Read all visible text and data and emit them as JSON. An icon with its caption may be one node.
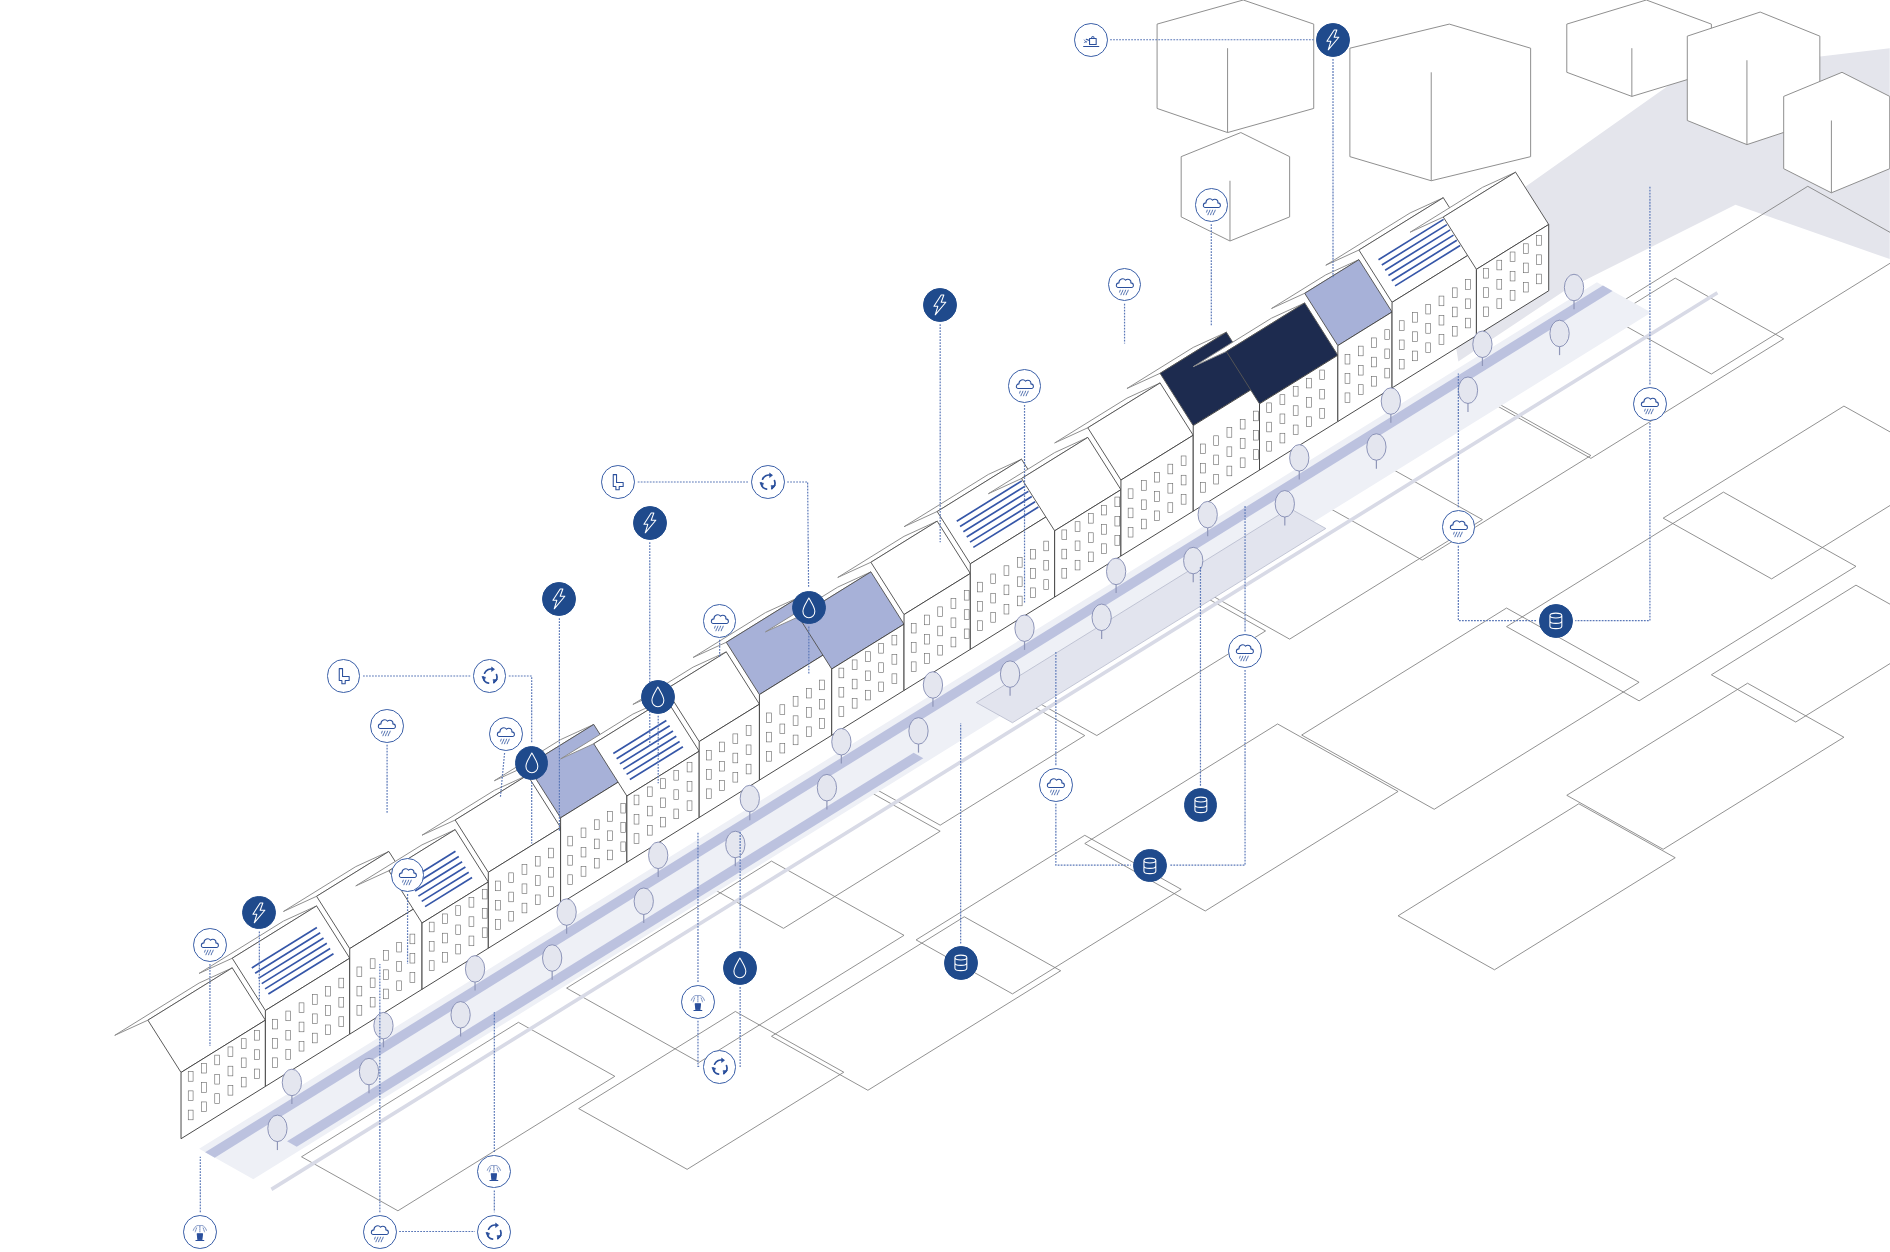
{
  "diagram": {
    "nodes": [
      {
        "text": [],
        "shape": "circle"
      },
      {
        "text": [],
        "shape": "circle"
      },
      {
        "text": [],
        "shape": "circle"
      },
      {
        "text": [],
        "shape": "circle"
      },
      {
        "text": [],
        "shape": "circle"
      },
      {
        "text": [],
        "shape": "circle"
      },
      {
        "text": [],
        "shape": "circle"
      },
      {
        "text": [],
        "shape": "circle"
      },
      {
        "text": [],
        "shape": "circle"
      },
      {
        "text": [],
        "shape": "circle"
      },
      {
        "text": [],
        "shape": "circle"
      },
      {
        "text": [],
        "shape": "circle"
      },
      {
        "text": [],
        "shape": "circle"
      },
      {
        "text": [],
        "shape": "circle"
      },
      {
        "text": [],
        "shape": "circle"
      },
      {
        "text": [],
        "shape": "circle"
      },
      {
        "text": [],
        "shape": "circle"
      },
      {
        "text": [],
        "shape": "circle"
      },
      {
        "text": [],
        "shape": "circle"
      },
      {
        "text": [],
        "shape": "circle"
      },
      {
        "text": [],
        "shape": "circle"
      },
      {
        "text": [],
        "shape": "circle"
      },
      {
        "text": [],
        "shape": "circle"
      },
      {
        "text": [],
        "shape": "circle"
      },
      {
        "text": [],
        "shape": "circle"
      },
      {
        "text": [],
        "shape": "circle"
      },
      {
        "text": [],
        "shape": "circle"
      },
      {
        "text": [],
        "shape": "circle"
      },
      {
        "text": [],
        "shape": "circle"
      },
      {
        "text": [],
        "shape": "circle"
      },
      {
        "text": [],
        "shape": "circle"
      },
      {
        "text": [],
        "shape": "circle"
      },
      {
        "text": [],
        "shape": "circle"
      },
      {
        "text": [],
        "shape": "circle"
      },
      {
        "text": [],
        "shape": "circle"
      },
      {
        "text": [],
        "shape": "circle"
      }
    ],
    "edges": [
      {
        "from": 0,
        "to": 1,
        "arrow": "none"
      },
      {
        "from": 1,
        "to": null,
        "arrow": "none"
      },
      {
        "from": 2,
        "to": null,
        "arrow": "none"
      },
      {
        "from": 3,
        "to": null,
        "arrow": "none"
      },
      {
        "from": 4,
        "to": null,
        "arrow": "none"
      },
      {
        "from": 5,
        "to": null,
        "arrow": "none"
      },
      {
        "from": 6,
        "to": null,
        "arrow": "none"
      },
      {
        "from": 6,
        "to": 13,
        "arrow": "none"
      },
      {
        "from": 7,
        "to": 8,
        "arrow": "none"
      },
      {
        "from": 8,
        "to": 12,
        "arrow": "none"
      },
      {
        "from": 9,
        "to": null,
        "arrow": "none"
      },
      {
        "from": 10,
        "to": null,
        "arrow": "none"
      },
      {
        "from": 10,
        "to": 13,
        "arrow": "none"
      },
      {
        "from": 11,
        "to": null,
        "arrow": "none"
      },
      {
        "from": 12,
        "to": null,
        "arrow": "none"
      },
      {
        "from": 14,
        "to": null,
        "arrow": "none"
      },
      {
        "from": 15,
        "to": null,
        "arrow": "none"
      },
      {
        "from": 15,
        "to": 24,
        "arrow": "none"
      },
      {
        "from": 16,
        "to": 17,
        "arrow": "none"
      },
      {
        "from": 17,
        "to": 21,
        "arrow": "none"
      },
      {
        "from": 18,
        "to": null,
        "arrow": "none"
      },
      {
        "from": 19,
        "to": null,
        "arrow": "none"
      },
      {
        "from": 20,
        "to": null,
        "arrow": "none"
      },
      {
        "from": 21,
        "to": null,
        "arrow": "none"
      },
      {
        "from": 22,
        "to": null,
        "arrow": "none"
      },
      {
        "from": 22,
        "to": 24,
        "arrow": "none"
      },
      {
        "from": 23,
        "to": null,
        "arrow": "none"
      },
      {
        "from": 25,
        "to": null,
        "arrow": "none"
      },
      {
        "from": 26,
        "to": null,
        "arrow": "none"
      },
      {
        "from": 27,
        "to": null,
        "arrow": "none"
      },
      {
        "from": 28,
        "to": null,
        "arrow": "none"
      },
      {
        "from": 29,
        "to": null,
        "arrow": "none"
      },
      {
        "from": 29,
        "to": 31,
        "arrow": "none"
      },
      {
        "from": 30,
        "to": null,
        "arrow": "none"
      },
      {
        "from": 30,
        "to": 31,
        "arrow": "none"
      },
      {
        "from": 32,
        "to": null,
        "arrow": "none"
      },
      {
        "from": 32,
        "to": 35,
        "arrow": "none"
      },
      {
        "from": 33,
        "to": null,
        "arrow": "none"
      },
      {
        "from": 34,
        "to": null,
        "arrow": "none"
      },
      {
        "from": 34,
        "to": 35,
        "arrow": "none"
      }
    ]
  }
}
